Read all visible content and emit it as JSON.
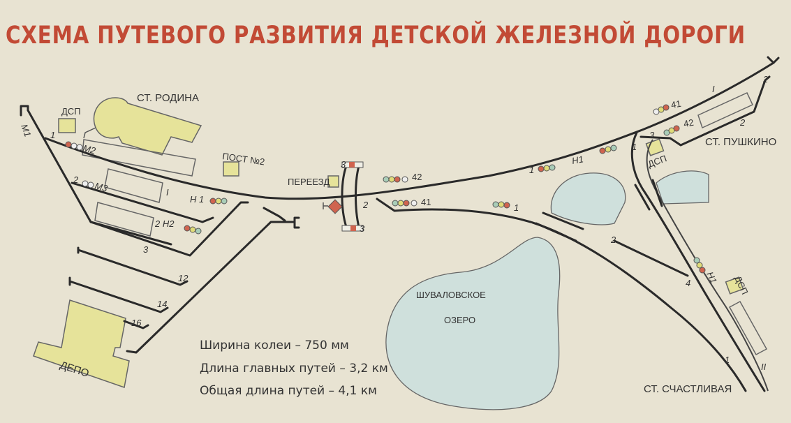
{
  "title": "СХЕМА ПУТЕВОГО РАЗВИТИЯ ДЕТСКОЙ ЖЕЛЕЗНОЙ ДОРОГИ",
  "stations": {
    "rodina": "СТ. РОДИНА",
    "pushkino": "СТ. ПУШКИНО",
    "schastlivaya": "СТ. СЧАСТЛИВАЯ"
  },
  "buildings": {
    "dsp": "ДСП",
    "post2": "ПОСТ №2",
    "pereezd": "ПЕРЕЕЗД",
    "depo": "ДЕПО"
  },
  "lake": {
    "line1": "ШУВАЛОВСКОЕ",
    "line2": "ОЗЕРО"
  },
  "signals": {
    "m1": "M1",
    "m2": "M2",
    "m3": "M3",
    "n1": "H 1",
    "n2": "2 H2",
    "s42": "42",
    "s41": "41",
    "s1": "1",
    "s1b": "1",
    "n1b": "H1",
    "p41": "41",
    "p42": "42",
    "sn1": "H1"
  },
  "tracks": {
    "t1": "1",
    "t2": "2",
    "tI": "I",
    "t3": "3",
    "t12": "12",
    "t14": "14",
    "t16": "16",
    "x2": "2",
    "r2": "2",
    "r4": "4",
    "p1": "1",
    "p3": "3",
    "p2": "2",
    "pI": "I",
    "pp2": "2",
    "sII": "II",
    "s1": "1",
    "z3a": "3",
    "z3b": "3"
  },
  "legend": [
    "Ширина колеи – 750 мм",
    "Длина главных путей – 3,2 км",
    "Общая длина путей – 4,1 км"
  ],
  "colors": {
    "title": "#c24a35",
    "building": "#e6e39a",
    "lake": "#cfe0dc",
    "red": "#d0644f",
    "yellow": "#e0dc7a",
    "green": "#a9cdb8"
  }
}
